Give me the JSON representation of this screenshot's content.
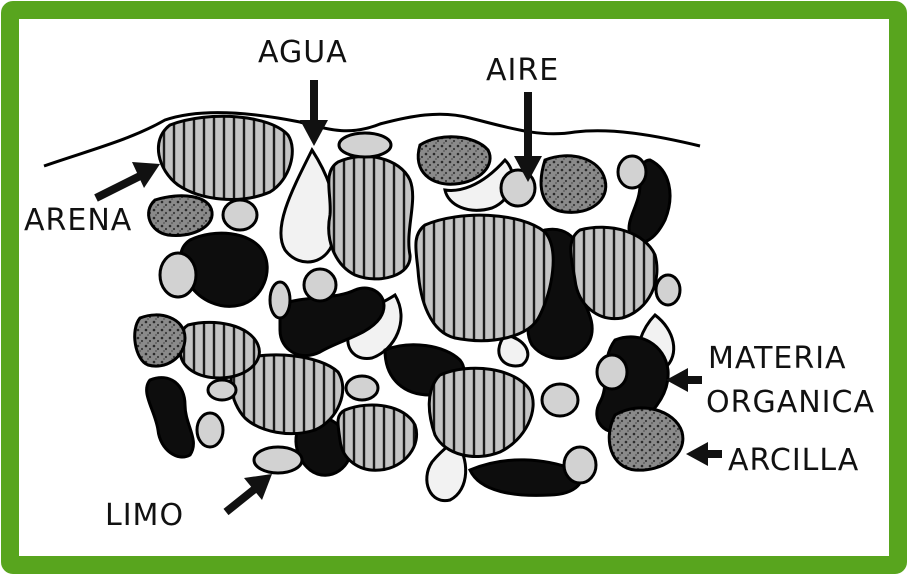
{
  "labels": {
    "agua": "AGUA",
    "aire": "AIRE",
    "arena": "ARENA",
    "materia": "MATERIA",
    "organica": "ORGANICA",
    "arcilla": "ARCILLA",
    "limo": "LIMO"
  },
  "colors": {
    "frame": "#58a51e",
    "sand": "#b4b4b4",
    "clay": "#7a7a7a",
    "silt": "#d2d2d2",
    "organic": "#0d0d0d",
    "water": "#ededed"
  }
}
